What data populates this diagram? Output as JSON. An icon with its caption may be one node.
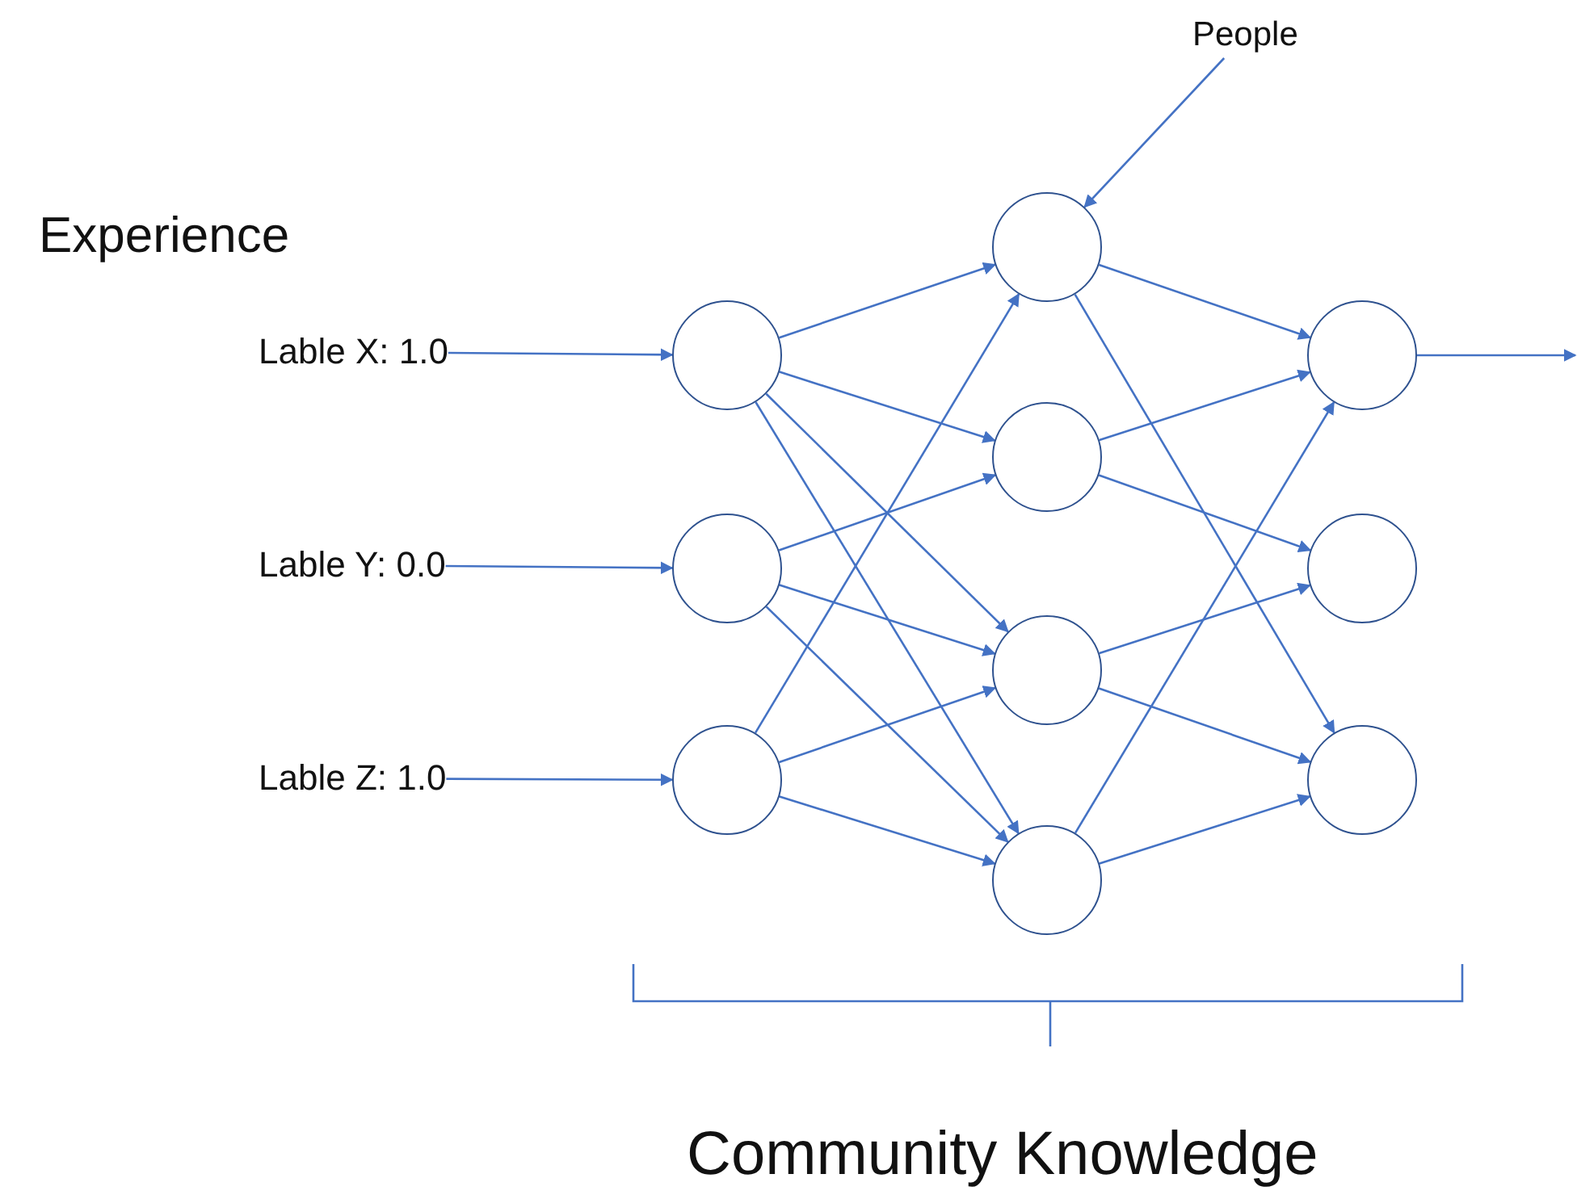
{
  "diagram": {
    "nodes": [
      {
        "text": [
          "Lable X: 1.0"
        ]
      },
      {
        "text": [
          "Lable Y: 0.0"
        ]
      },
      {
        "text": [
          "Lable Z: 1.0"
        ]
      },
      {
        "text": [
          "People"
        ]
      },
      {
        "text": [],
        "shape": "circle"
      },
      {
        "text": [],
        "shape": "circle"
      },
      {
        "text": [],
        "shape": "circle"
      },
      {
        "text": [],
        "shape": "circle"
      },
      {
        "text": [],
        "shape": "circle"
      },
      {
        "text": [],
        "shape": "circle"
      },
      {
        "text": [],
        "shape": "circle"
      },
      {
        "text": [],
        "shape": "circle"
      },
      {
        "text": [],
        "shape": "circle"
      },
      {
        "text": [],
        "shape": "circle"
      }
    ],
    "edges": [
      {
        "from": 0,
        "to": 4,
        "arrow": "to"
      },
      {
        "from": 1,
        "to": 5,
        "arrow": "to"
      },
      {
        "from": 2,
        "to": 6,
        "arrow": "to"
      },
      {
        "from": 3,
        "to": 7,
        "arrow": "to"
      },
      {
        "from": 4,
        "to": 7,
        "arrow": "to"
      },
      {
        "from": 4,
        "to": 8,
        "arrow": "to"
      },
      {
        "from": 4,
        "to": 9,
        "arrow": "to"
      },
      {
        "from": 4,
        "to": 10,
        "arrow": "to"
      },
      {
        "from": 5,
        "to": 8,
        "arrow": "to"
      },
      {
        "from": 5,
        "to": 9,
        "arrow": "to"
      },
      {
        "from": 5,
        "to": 10,
        "arrow": "to"
      },
      {
        "from": 6,
        "to": 7,
        "arrow": "to"
      },
      {
        "from": 6,
        "to": 9,
        "arrow": "to"
      },
      {
        "from": 6,
        "to": 10,
        "arrow": "to"
      },
      {
        "from": 7,
        "to": 11,
        "arrow": "to"
      },
      {
        "from": 7,
        "to": 13,
        "arrow": "to"
      },
      {
        "from": 8,
        "to": 11,
        "arrow": "to"
      },
      {
        "from": 8,
        "to": 12,
        "arrow": "to"
      },
      {
        "from": 9,
        "to": 12,
        "arrow": "to"
      },
      {
        "from": 9,
        "to": 13,
        "arrow": "to"
      },
      {
        "from": 10,
        "to": 11,
        "arrow": "to"
      },
      {
        "from": 10,
        "to": 13,
        "arrow": "to"
      },
      {
        "from": 11,
        "to": null,
        "arrow": "to"
      }
    ],
    "labels": [
      "Experience",
      "Community Knowledge"
    ]
  }
}
